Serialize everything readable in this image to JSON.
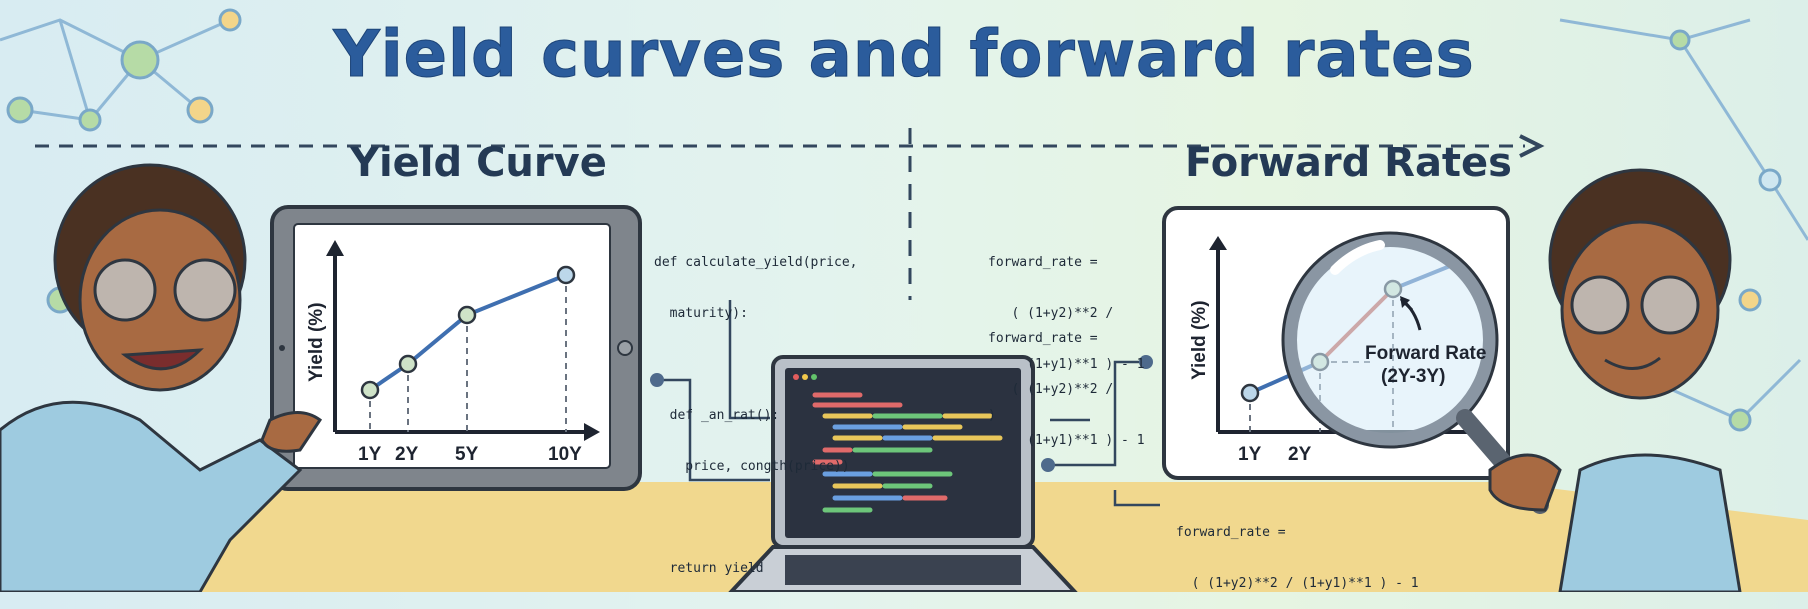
{
  "title": "Yield curves and forward rates",
  "sections": {
    "left": "Yield Curve",
    "right": "Forward Rates"
  },
  "yield_chart": {
    "ylabel": "Yield (%)",
    "x_ticks": [
      "1Y",
      "2Y",
      "5Y",
      "10Y"
    ]
  },
  "forward_chart": {
    "ylabel": "Yield (%)",
    "x_ticks": [
      "1Y",
      "2Y"
    ],
    "annotation_line1": "Forward Rate",
    "annotation_line2": "(2Y-3Y)"
  },
  "code_yield": [
    "def calculate_yield(price,",
    "  maturity):",
    "",
    "  def _an_rat():",
    "    price, congth(price))",
    "",
    "  return yield"
  ],
  "code_forward_1": [
    "forward_rate =",
    "   ( (1+y2)**2 /",
    "     (1+y1)**1 ) - 1",
    ")"
  ],
  "code_forward_2": [
    "forward_rate =",
    "   ( (1+y2)**2 /",
    "     (1+y1)**1 ) - 1"
  ],
  "code_forward_3": [
    "forward_rate =",
    "  ( (1+y2)**2 / (1+y1)**1 ) - 1"
  ],
  "colors": {
    "title": "#2b5c9c",
    "curve": "#3f6fb0",
    "forward_segment": "#c0584a",
    "point": "#cfe3c8"
  }
}
